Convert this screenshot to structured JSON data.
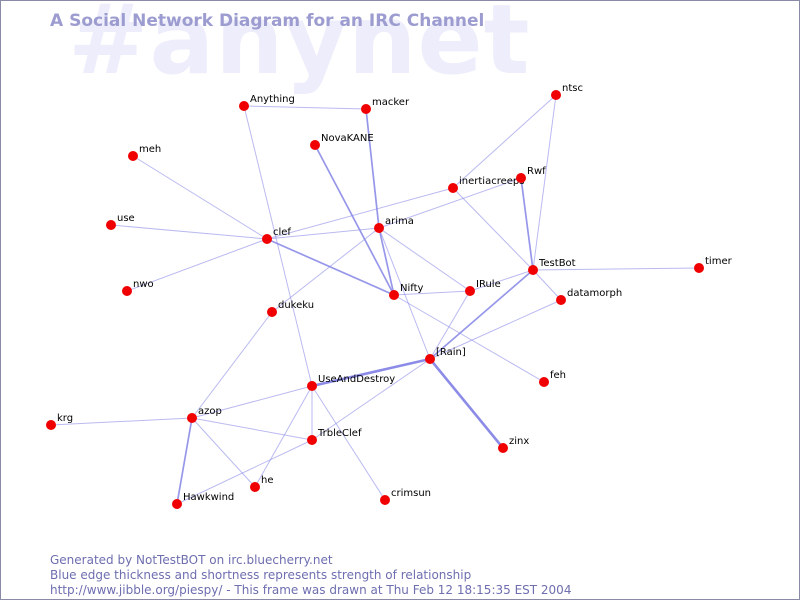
{
  "watermark": "#anynet",
  "title": "A Social Network Diagram for an IRC Channel",
  "footer": {
    "line1": "Generated by NotTestBOT on irc.bluecherry.net",
    "line2": "Blue edge thickness and shortness represents strength of relationship",
    "line3": "http://www.jibble.org/piespy/ - This frame was drawn at Thu Feb 12 18:15:35 EST 2004"
  },
  "colors": {
    "node": "#f00000",
    "edge": "#8c8ce8",
    "title": "#9c9cd0",
    "watermark": "#ededfb",
    "footer": "#6e6eb0"
  },
  "nodes": [
    {
      "id": "anything",
      "label": "Anything"
    },
    {
      "id": "macker",
      "label": "macker"
    },
    {
      "id": "ntsc",
      "label": "ntsc"
    },
    {
      "id": "meh",
      "label": "meh"
    },
    {
      "id": "novakane",
      "label": "NovaKANE"
    },
    {
      "id": "inertiacreeps",
      "label": "inertiacreeps"
    },
    {
      "id": "rwf",
      "label": "Rwf"
    },
    {
      "id": "use",
      "label": "use"
    },
    {
      "id": "clef",
      "label": "clef"
    },
    {
      "id": "arima",
      "label": "arima"
    },
    {
      "id": "testbot",
      "label": "TestBot"
    },
    {
      "id": "timer",
      "label": "timer"
    },
    {
      "id": "nwo",
      "label": "nwo"
    },
    {
      "id": "nifty",
      "label": "Nifty"
    },
    {
      "id": "irule",
      "label": "IRule"
    },
    {
      "id": "datamorph",
      "label": "datamorph"
    },
    {
      "id": "dukeku",
      "label": "dukeku"
    },
    {
      "id": "irain",
      "label": "[Rain]"
    },
    {
      "id": "feh",
      "label": "feh"
    },
    {
      "id": "useanddestroy",
      "label": "UseAndDestroy"
    },
    {
      "id": "krg",
      "label": "krg"
    },
    {
      "id": "azop",
      "label": "azop"
    },
    {
      "id": "trbleclef",
      "label": "TrbleClef"
    },
    {
      "id": "zinx",
      "label": "zinx"
    },
    {
      "id": "he",
      "label": "he"
    },
    {
      "id": "hawkwind",
      "label": "Hawkwind"
    },
    {
      "id": "crimsun",
      "label": "crimsun"
    }
  ],
  "edges": [
    {
      "from": "anything",
      "to": "macker",
      "weight": 1
    },
    {
      "from": "anything",
      "to": "useanddestroy",
      "weight": 1
    },
    {
      "from": "macker",
      "to": "arima",
      "weight": 2
    },
    {
      "from": "ntsc",
      "to": "inertiacreeps",
      "weight": 1
    },
    {
      "from": "ntsc",
      "to": "testbot",
      "weight": 1
    },
    {
      "from": "novakane",
      "to": "nifty",
      "weight": 2
    },
    {
      "from": "meh",
      "to": "clef",
      "weight": 1
    },
    {
      "from": "use",
      "to": "clef",
      "weight": 1
    },
    {
      "from": "nwo",
      "to": "clef",
      "weight": 1
    },
    {
      "from": "clef",
      "to": "arima",
      "weight": 1
    },
    {
      "from": "clef",
      "to": "nifty",
      "weight": 2
    },
    {
      "from": "clef",
      "to": "inertiacreeps",
      "weight": 1
    },
    {
      "from": "arima",
      "to": "rwf",
      "weight": 1
    },
    {
      "from": "arima",
      "to": "nifty",
      "weight": 2
    },
    {
      "from": "arima",
      "to": "irule",
      "weight": 1
    },
    {
      "from": "arima",
      "to": "irain",
      "weight": 1
    },
    {
      "from": "arima",
      "to": "dukeku",
      "weight": 1
    },
    {
      "from": "inertiacreeps",
      "to": "testbot",
      "weight": 1
    },
    {
      "from": "rwf",
      "to": "testbot",
      "weight": 2
    },
    {
      "from": "testbot",
      "to": "timer",
      "weight": 1
    },
    {
      "from": "testbot",
      "to": "irule",
      "weight": 1
    },
    {
      "from": "testbot",
      "to": "datamorph",
      "weight": 1
    },
    {
      "from": "testbot",
      "to": "irain",
      "weight": 2
    },
    {
      "from": "nifty",
      "to": "irule",
      "weight": 1
    },
    {
      "from": "nifty",
      "to": "feh",
      "weight": 1
    },
    {
      "from": "irule",
      "to": "irain",
      "weight": 1
    },
    {
      "from": "datamorph",
      "to": "irain",
      "weight": 1
    },
    {
      "from": "irain",
      "to": "useanddestroy",
      "weight": 3
    },
    {
      "from": "irain",
      "to": "zinx",
      "weight": 3
    },
    {
      "from": "irain",
      "to": "trbleclef",
      "weight": 1
    },
    {
      "from": "dukeku",
      "to": "azop",
      "weight": 1
    },
    {
      "from": "useanddestroy",
      "to": "azop",
      "weight": 1
    },
    {
      "from": "useanddestroy",
      "to": "trbleclef",
      "weight": 1
    },
    {
      "from": "useanddestroy",
      "to": "he",
      "weight": 1
    },
    {
      "from": "useanddestroy",
      "to": "crimsun",
      "weight": 1
    },
    {
      "from": "krg",
      "to": "azop",
      "weight": 1
    },
    {
      "from": "azop",
      "to": "trbleclef",
      "weight": 1
    },
    {
      "from": "azop",
      "to": "hawkwind",
      "weight": 2
    },
    {
      "from": "azop",
      "to": "he",
      "weight": 1
    },
    {
      "from": "trbleclef",
      "to": "hawkwind",
      "weight": 1
    }
  ]
}
